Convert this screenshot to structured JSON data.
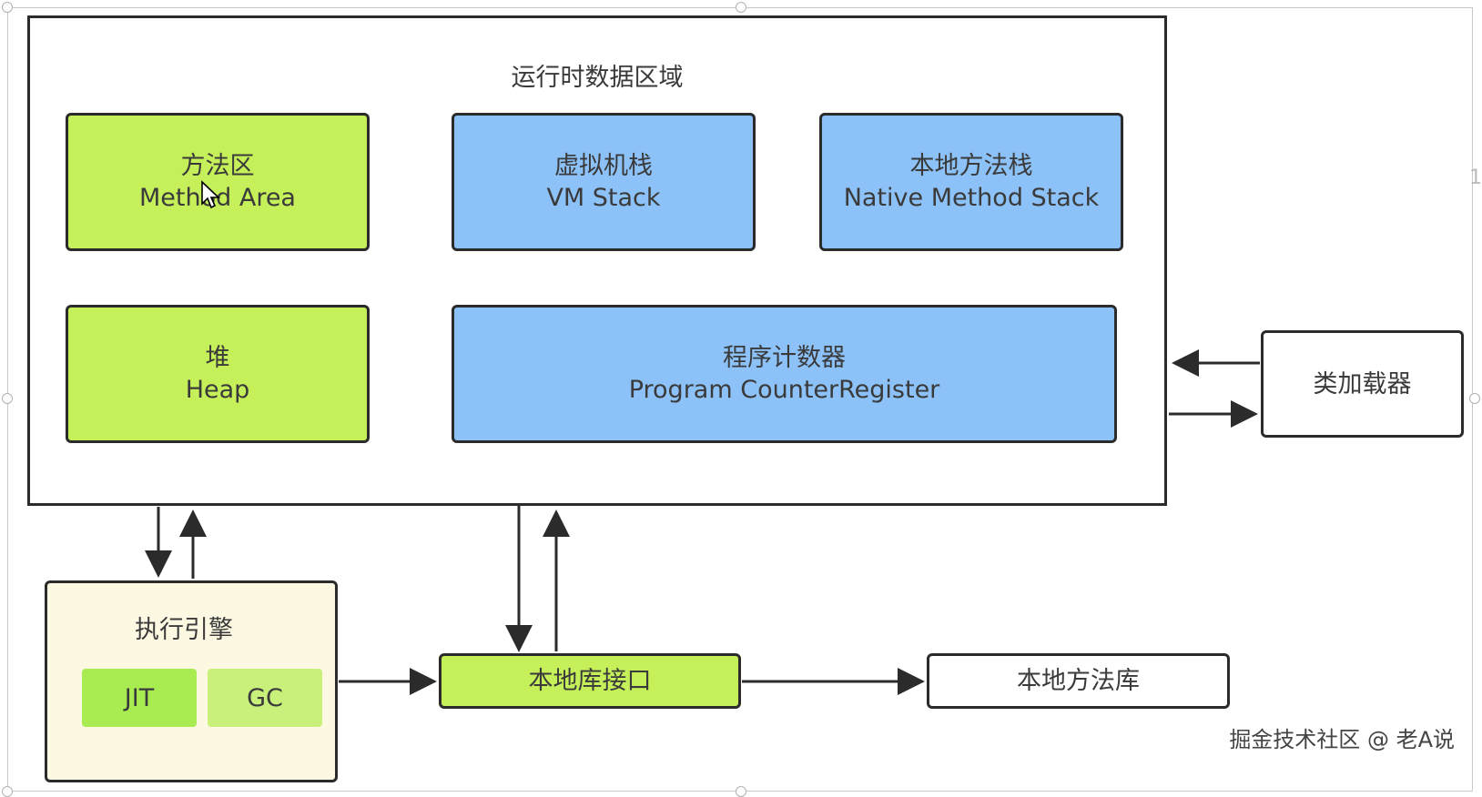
{
  "runtime_area": {
    "title": "运行时数据区域"
  },
  "method_area": {
    "zh": "方法区",
    "en": "Method Area"
  },
  "vm_stack": {
    "zh": "虚拟机栈",
    "en": "VM Stack"
  },
  "native_method_stack": {
    "zh": "本地方法栈",
    "en": "Native Method Stack"
  },
  "heap": {
    "zh": "堆",
    "en": "Heap"
  },
  "program_counter": {
    "zh": "程序计数器",
    "en": "Program CounterRegister"
  },
  "class_loader": {
    "label": "类加载器"
  },
  "execution_engine": {
    "title": "执行引擎",
    "jit": "JIT",
    "gc": "GC"
  },
  "native_interface": {
    "label": "本地库接口"
  },
  "native_library": {
    "label": "本地方法库"
  },
  "watermark": "掘金技术社区 @ 老A说",
  "colors": {
    "green": "#c5f05a",
    "blue": "#8cc2f8",
    "cream": "#fdf8e2",
    "border": "#2b2b2b"
  },
  "icons": [
    "mouse-cursor-icon",
    "arrow-icon"
  ]
}
